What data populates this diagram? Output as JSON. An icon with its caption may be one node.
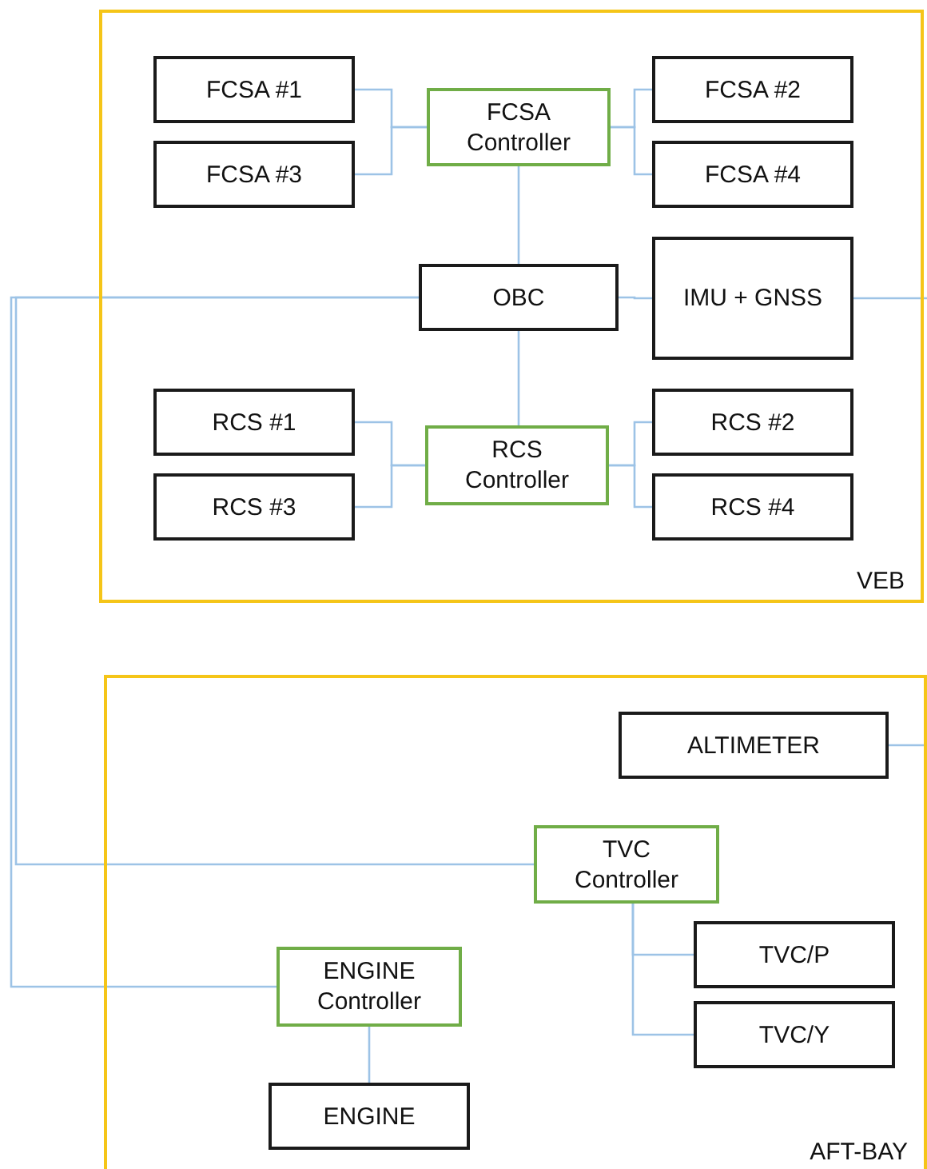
{
  "diagram": {
    "nodes": [
      {
        "text": [
          "VEB"
        ]
      },
      {
        "text": [
          "FCSA #1"
        ],
        "in": 0
      },
      {
        "text": [
          "FCSA Controller"
        ],
        "in": 0
      },
      {
        "text": [
          "FCSA #2"
        ],
        "in": 0
      },
      {
        "text": [
          "FCSA #3"
        ],
        "in": 0
      },
      {
        "text": [
          "FCSA #4"
        ],
        "in": 0
      },
      {
        "text": [
          "OBC"
        ],
        "in": 0
      },
      {
        "text": [
          "IMU + GNSS"
        ],
        "in": 0
      },
      {
        "text": [
          "RCS #1"
        ],
        "in": 0
      },
      {
        "text": [
          "RCS Controller"
        ],
        "in": 0
      },
      {
        "text": [
          "RCS #2"
        ],
        "in": 0
      },
      {
        "text": [
          "RCS #3"
        ],
        "in": 0
      },
      {
        "text": [
          "RCS #4"
        ],
        "in": 0
      },
      {
        "text": [
          "AFT-BAY"
        ]
      },
      {
        "text": [
          "ALTIMETER"
        ],
        "in": 13
      },
      {
        "text": [
          "TVC Controller"
        ],
        "in": 13
      },
      {
        "text": [
          "TVC/P"
        ],
        "in": 13
      },
      {
        "text": [
          "ENGINE Controller"
        ],
        "in": 13
      },
      {
        "text": [
          "TVC/Y"
        ],
        "in": 13
      },
      {
        "text": [
          "ENGINE"
        ],
        "in": 13
      }
    ],
    "edges": [
      {
        "from": 1,
        "to": 2,
        "arrow": "none"
      },
      {
        "from": 4,
        "to": 2,
        "arrow": "none"
      },
      {
        "from": 2,
        "to": 3,
        "arrow": "none"
      },
      {
        "from": 2,
        "to": 5,
        "arrow": "none"
      },
      {
        "from": 2,
        "to": 6,
        "arrow": "none"
      },
      {
        "from": 6,
        "to": 7,
        "arrow": "none"
      },
      {
        "from": 6,
        "to": 9,
        "arrow": "none"
      },
      {
        "from": 8,
        "to": 9,
        "arrow": "none"
      },
      {
        "from": 11,
        "to": 9,
        "arrow": "none"
      },
      {
        "from": 9,
        "to": 10,
        "arrow": "none"
      },
      {
        "from": 9,
        "to": 12,
        "arrow": "none"
      },
      {
        "from": 6,
        "to": 15,
        "arrow": "none"
      },
      {
        "from": 6,
        "to": 17,
        "arrow": "none"
      },
      {
        "from": 7,
        "to": null,
        "arrow": "none"
      },
      {
        "from": 14,
        "to": null,
        "arrow": "none"
      },
      {
        "from": 15,
        "to": 16,
        "arrow": "none"
      },
      {
        "from": 15,
        "to": 18,
        "arrow": "none"
      },
      {
        "from": 17,
        "to": 19,
        "arrow": "none"
      }
    ]
  }
}
